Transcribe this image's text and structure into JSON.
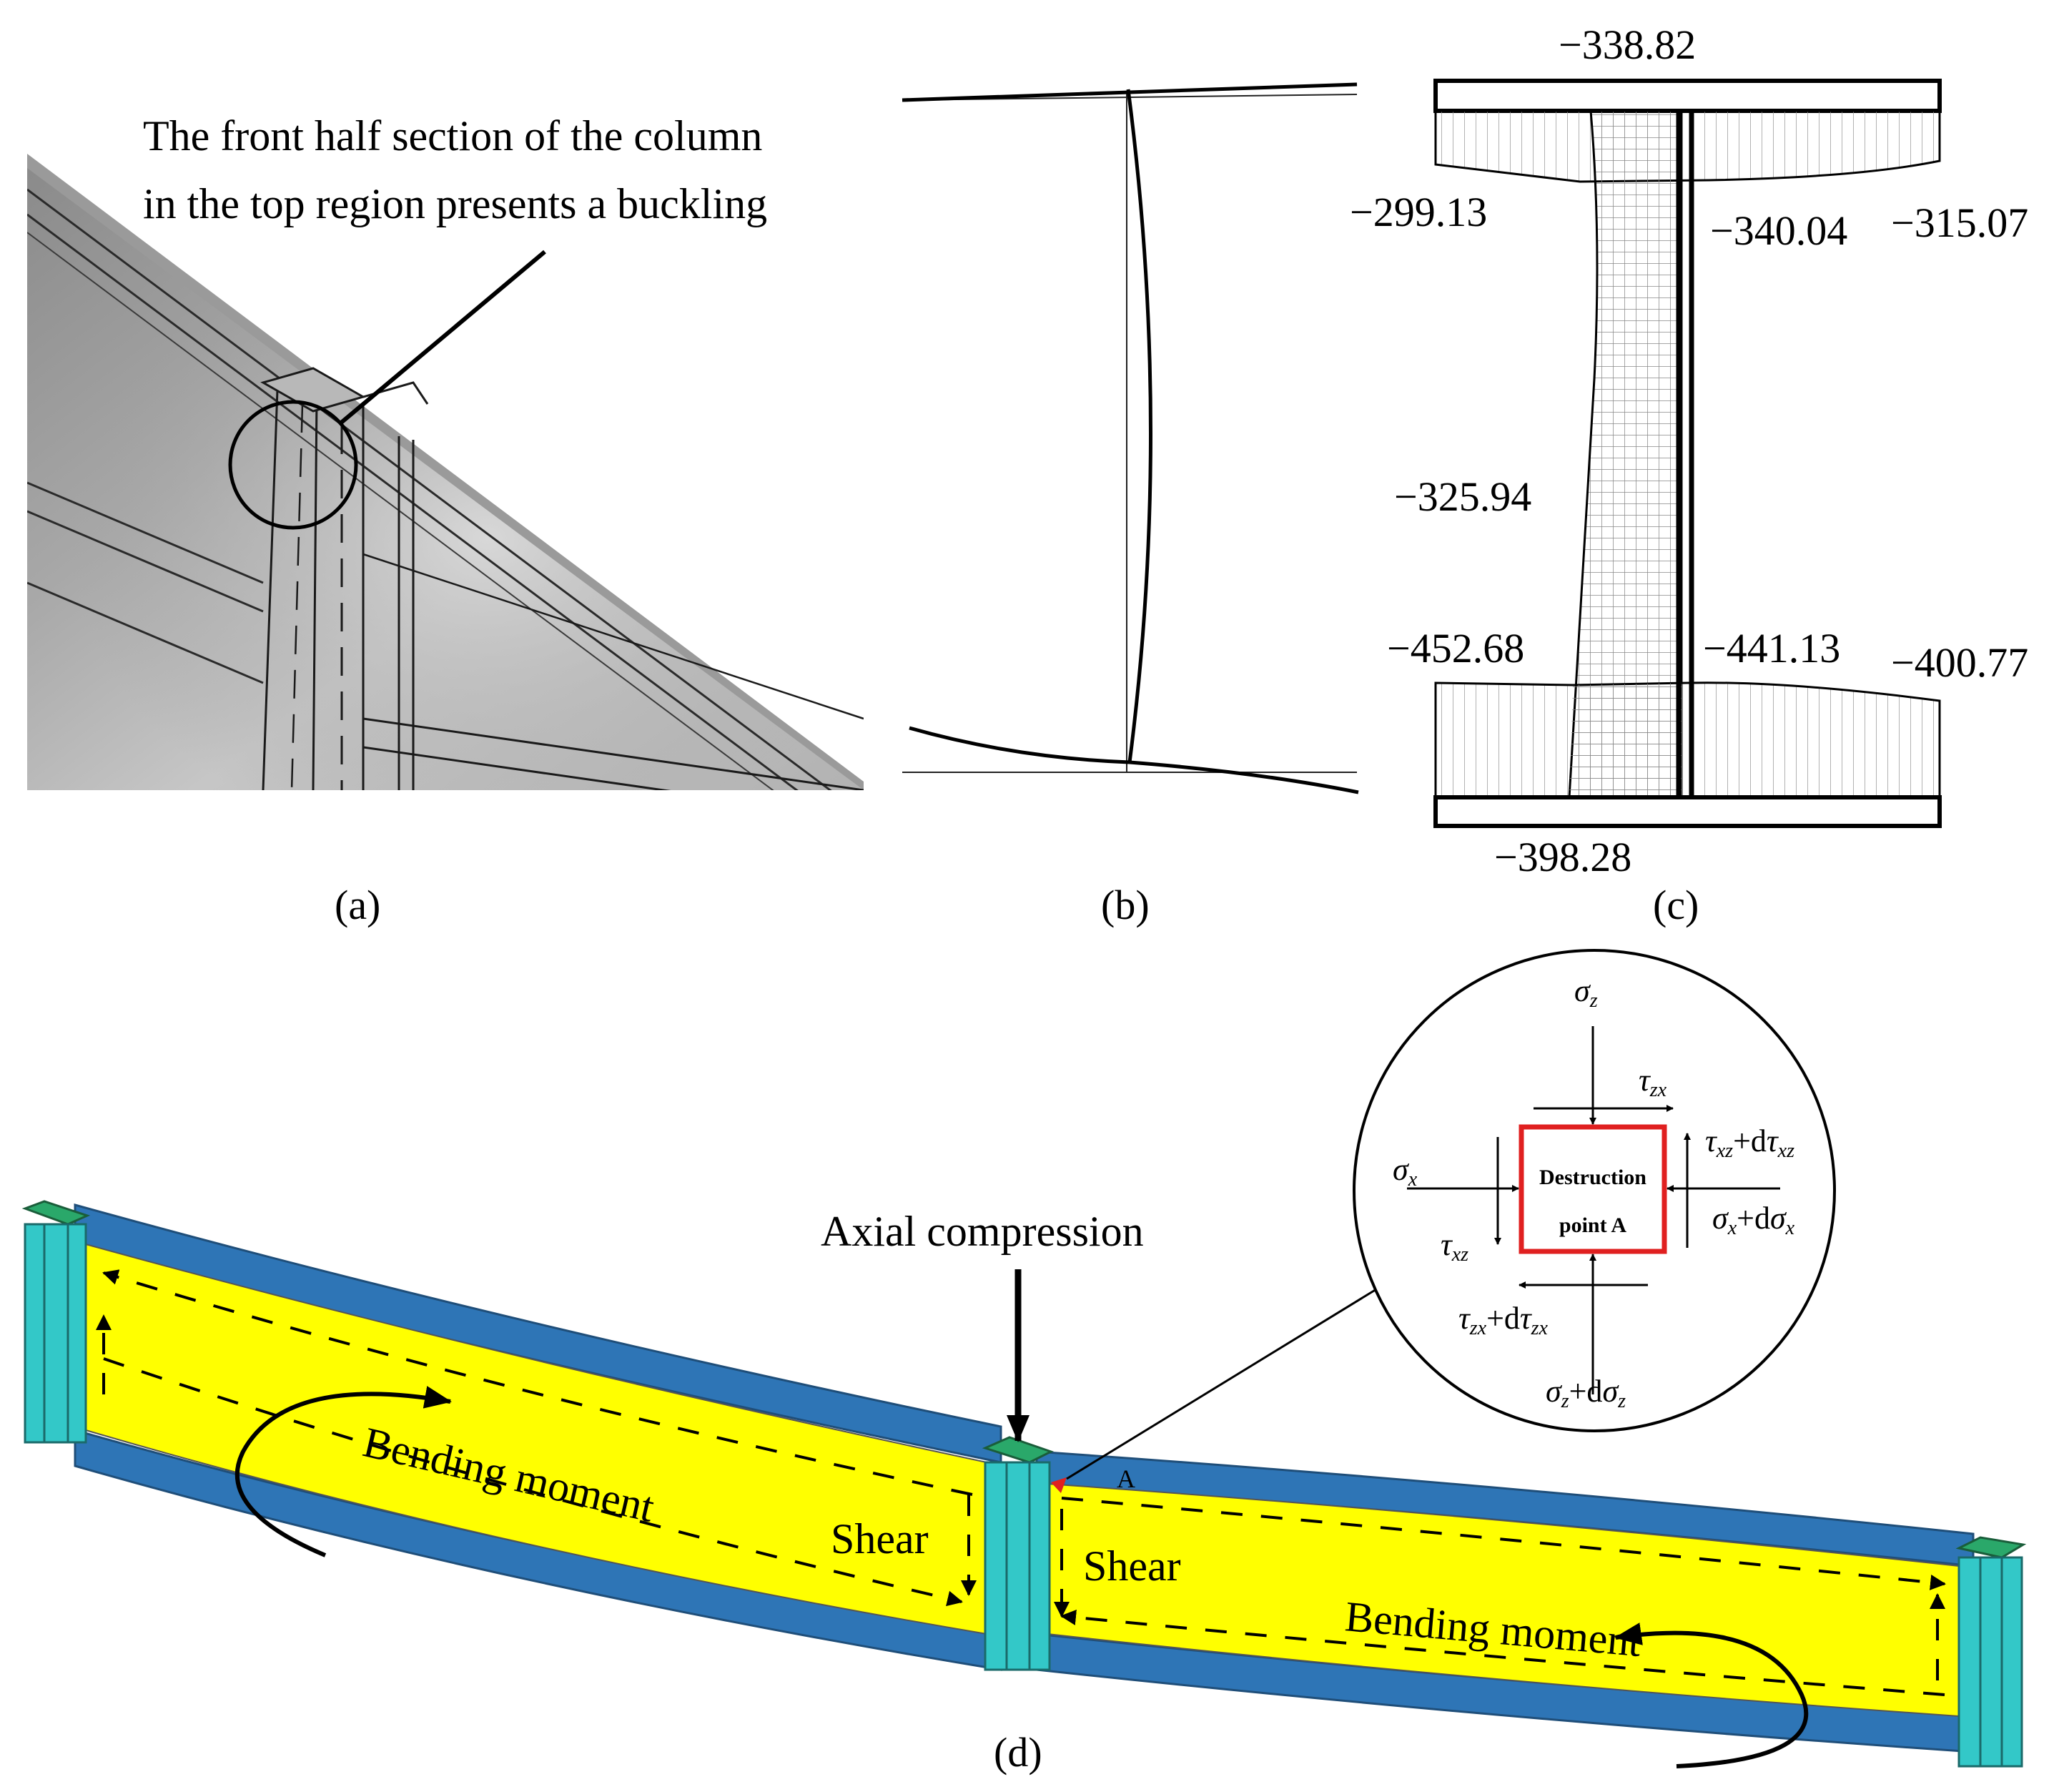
{
  "panel_a": {
    "caption": "(a)",
    "annotation_line1": "The front half section of the column",
    "annotation_line2": "in the top region presents a buckling"
  },
  "panel_b": {
    "caption": "(b)"
  },
  "panel_c": {
    "caption": "(c)",
    "values": {
      "top_center": "−338.82",
      "top_left": "−299.13",
      "web_right_top": "−340.04",
      "top_right": "−315.07",
      "web_left_mid": "−325.94",
      "bottom_left": "−452.68",
      "web_right_bottom": "−441.13",
      "bottom_right": "−400.77",
      "bottom_center": "−398.28"
    }
  },
  "panel_d": {
    "caption": "(d)",
    "axial_label": "Axial compression",
    "bending_left": "Bending moment",
    "bending_right": "Bending moment",
    "shear_left": "Shear",
    "shear_right": "Shear",
    "point_line1": "Destruction",
    "point_line2": "point  A",
    "point_marker": "A",
    "colors": {
      "web": "#ffff00",
      "flange": "#2e75b6",
      "flange_dark": "#1f4e79",
      "column": "#33c8c8",
      "column_top": "#2aa86a",
      "point_box": "#e02020"
    },
    "stress": {
      "sigma": "σ",
      "tau": "τ",
      "plus_d": "+d",
      "sub_z": "z",
      "sub_x": "x",
      "sub_zx": "zx",
      "sub_xz": "xz"
    }
  }
}
